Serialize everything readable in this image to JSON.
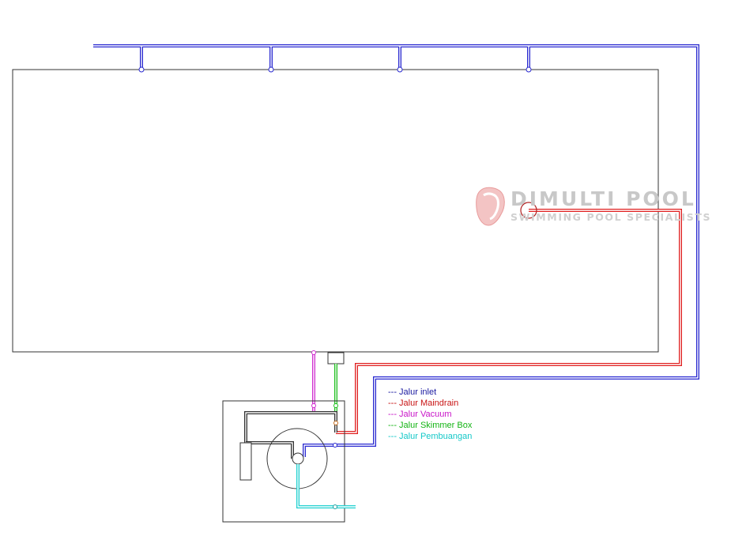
{
  "brand": {
    "name": "DIMULTI POOL",
    "tagline": "SWIMMING POOL SPECIALISTS",
    "logo_icon": "tooth-shaped-logo-icon"
  },
  "legend": {
    "items": [
      {
        "label": "--- Jalur inlet",
        "color": "#1a1aa0"
      },
      {
        "label": "--- Jalur Maindrain",
        "color": "#c81414"
      },
      {
        "label": "--- Jalur Vacuum",
        "color": "#c814c8"
      },
      {
        "label": "--- Jalur Skimmer Box",
        "color": "#14b414"
      },
      {
        "label": "--- Jalur Pembuangan",
        "color": "#14c8c8"
      }
    ]
  },
  "colors": {
    "inlet": "#2a2ad0",
    "maindrain": "#e02020",
    "vacuum": "#d030d0",
    "skimmer": "#20c020",
    "pembuangan": "#20d0d0",
    "outline": "#333333"
  }
}
